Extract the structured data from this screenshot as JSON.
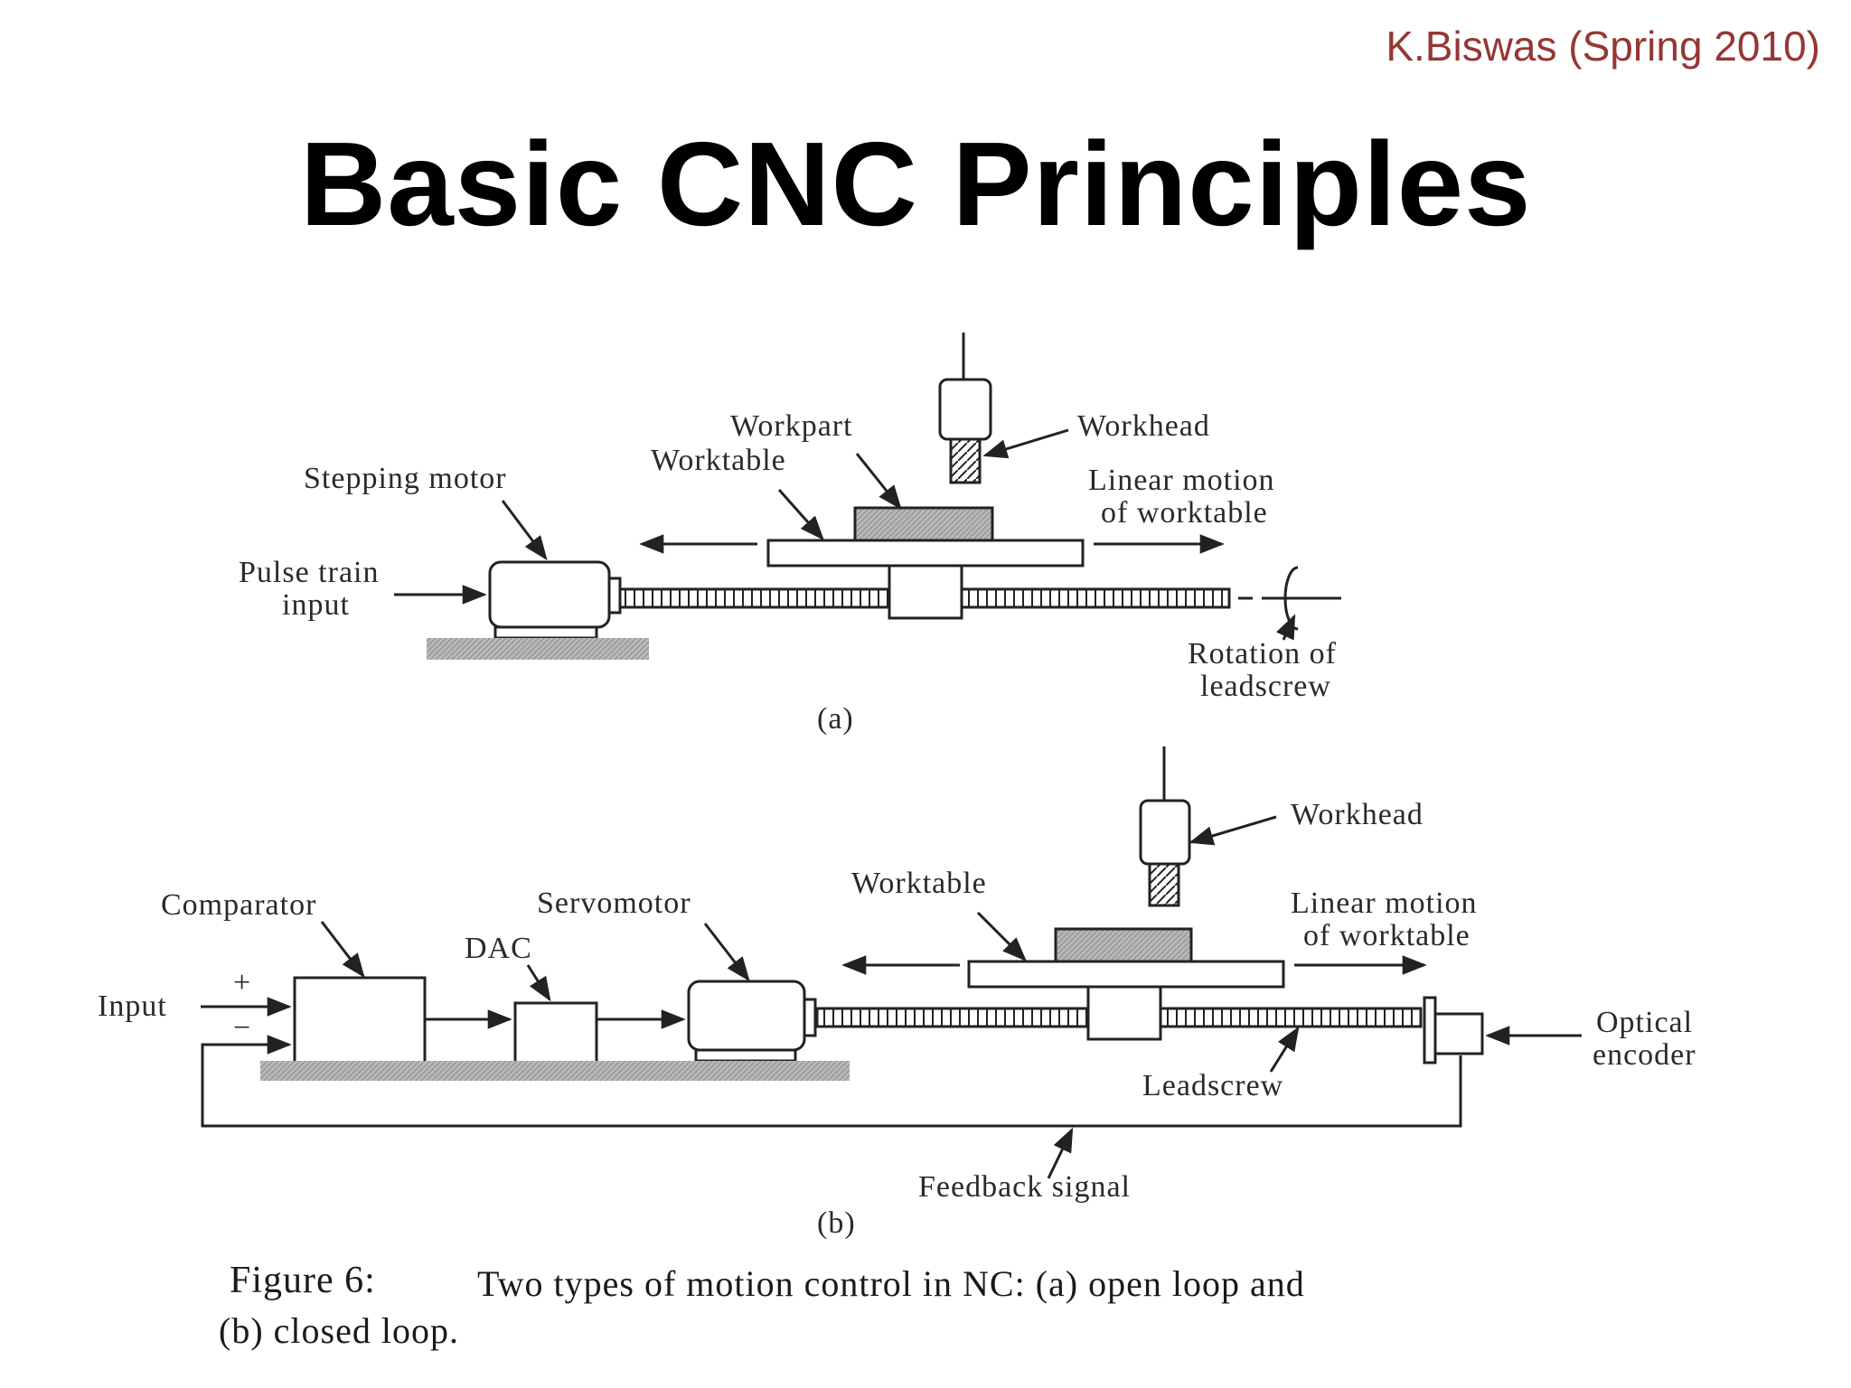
{
  "header": {
    "author": "K.Biswas (Spring 2010)",
    "title": "Basic CNC Principles"
  },
  "diagram_a": {
    "workpart": "Workpart",
    "worktable": "Worktable",
    "workhead": "Workhead",
    "stepping_motor": "Stepping motor",
    "linear_motion_1": "Linear motion",
    "linear_motion_2": "of worktable",
    "pulse_train_1": "Pulse train",
    "pulse_train_2": "input",
    "rotation_1": "Rotation of",
    "rotation_2": "leadscrew",
    "label": "(a)"
  },
  "diagram_b": {
    "workhead": "Workhead",
    "worktable": "Worktable",
    "comparator": "Comparator",
    "servomotor": "Servomotor",
    "dac": "DAC",
    "linear_motion_1": "Linear motion",
    "linear_motion_2": "of worktable",
    "input": "Input",
    "plus": "+",
    "minus": "−",
    "optical_1": "Optical",
    "optical_2": "encoder",
    "leadscrew": "Leadscrew",
    "feedback": "Feedback signal",
    "label": "(b)"
  },
  "caption": {
    "prefix": "Figure 6:",
    "line1": "Two types of motion control in NC: (a) open loop and",
    "line2": "(b) closed loop."
  }
}
